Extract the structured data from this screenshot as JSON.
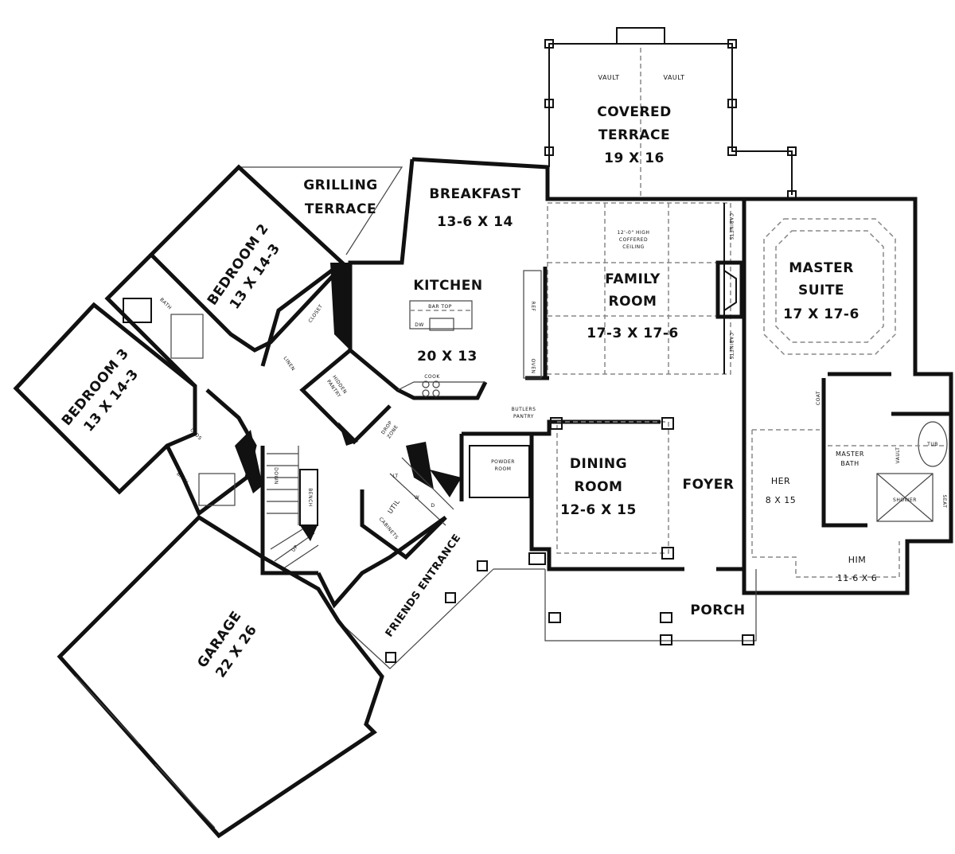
{
  "plan": {
    "vault_left": "VAULT",
    "vault_right": "VAULT",
    "covered_terrace": {
      "line1": "COVERED",
      "line2": "TERRACE",
      "size": "19 X 16"
    },
    "grilling_terrace": {
      "line1": "GRILLING",
      "line2": "TERRACE"
    },
    "breakfast": {
      "name": "BREAKFAST",
      "size": "13-6 X 14"
    },
    "bedroom2": {
      "name": "BEDROOM 2",
      "size": "13 X 14-3"
    },
    "bath_upper": "BATH",
    "kitchen": {
      "name": "KITCHEN",
      "size": "20 X 13",
      "bar_top": "BAR TOP",
      "dw": "DW",
      "cook": "COOK",
      "ref": "REF",
      "oven": "OVEN"
    },
    "coffered": {
      "line1": "12'-0\" HIGH",
      "line2": "COFFERED",
      "line3": "CEILING"
    },
    "family_room": {
      "line1": "FAMILY",
      "line2": "ROOM",
      "size": "17-3 X 17-6",
      "cabinets_top": "CABINETS",
      "cabinets_bottom": "CABINETS"
    },
    "master_suite": {
      "line1": "MASTER",
      "line2": "SUITE",
      "size": "17 X 17-6"
    },
    "bedroom3": {
      "name": "BEDROOM 3",
      "size": "13 X 14-3"
    },
    "closet": "CLOSET",
    "linen": "LINEN",
    "hidden_pantry": {
      "line1": "HIDDEN",
      "line2": "PANTRY"
    },
    "drop_zone": {
      "line1": "DROP",
      "line2": "ZONE"
    },
    "clos": "CLOS",
    "bath_lower": "BATH",
    "stairs_down": "DOWN",
    "bench": "BENCH",
    "stairs_up": "UP",
    "butlers_pantry": {
      "line1": "BUTLERS",
      "line2": "PANTRY"
    },
    "powder_room": {
      "line1": "POWDER",
      "line2": "ROOM"
    },
    "util": "UTIL",
    "util_cabinets": "CABINETS",
    "laundry": {
      "lt": "LT",
      "w": "W",
      "d": "D"
    },
    "dining_room": {
      "line1": "DINING",
      "line2": "ROOM",
      "size": "12-6 X 15"
    },
    "foyer": "FOYER",
    "her": {
      "name": "HER",
      "size": "8 X 15"
    },
    "master_bath": {
      "line1": "MASTER",
      "line2": "BATH"
    },
    "coat": "COAT",
    "tub": "TUB",
    "vault_bath": "VAULT",
    "shower": "SHOWER",
    "seat": "SEAT",
    "him": {
      "name": "HIM",
      "size": "11-6 X 6"
    },
    "porch": "PORCH",
    "friends_entrance": "FRIENDS ENTRANCE",
    "garage": {
      "name": "GARAGE",
      "size": "22 X 26"
    }
  }
}
